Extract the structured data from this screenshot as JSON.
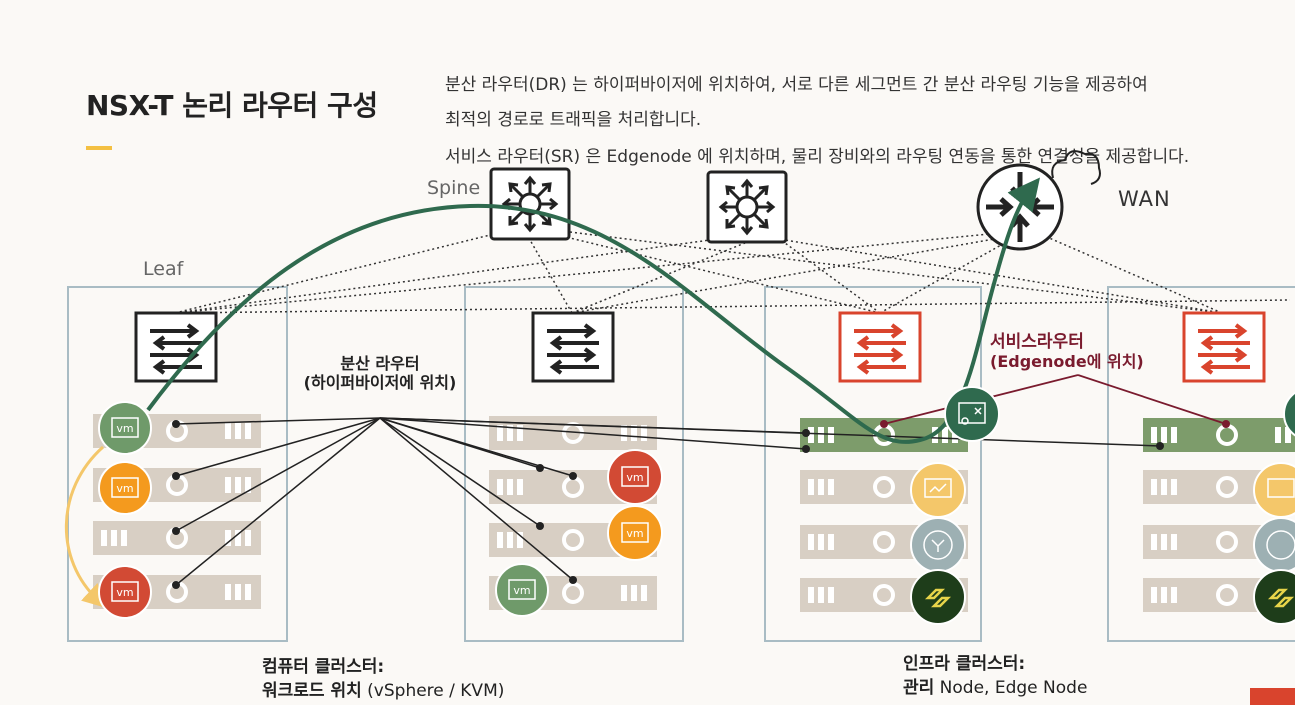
{
  "slide": {
    "title": "NSX-T 논리 라우터 구성",
    "description_lines": [
      "분산 라우터(DR) 는 하이퍼바이저에 위치하여, 서로 다른 세그먼트 간 분산 라우팅 기능을 제공하여",
      "최적의 경로로 트래픽을 처리합니다.",
      "서비스 라우터(SR) 은 Edgenode 에 위치하며, 물리 장비와의 라우팅 연동을 통한 연결성을 제공합니다."
    ]
  },
  "diagram": {
    "spine_label": "Spine",
    "leaf_label": "Leaf",
    "wan_label": "WAN",
    "dr_label": {
      "line1": "분산 라우터",
      "line2": "(하이퍼바이저에 위치)"
    },
    "sr_label": {
      "line1": "서비스라우터",
      "line2": "(Edgenode에 위치)"
    },
    "compute_cluster": {
      "line1": "컴퓨터 클러스터:",
      "line2_bold": "워크로드 위치",
      "line2_rest": " (vSphere / KVM)"
    },
    "infra_cluster": {
      "line1": "인프라 클러스터:",
      "line2_bold": "관리",
      "line2_rest": " Node, Edge Node"
    },
    "vm_label": "vm",
    "colors": {
      "path_green": "#2f6a4e",
      "vm_green": "#6f9a6a",
      "vm_orange": "#f49a1e",
      "vm_red": "#d24a34",
      "edge_red": "#d9442d",
      "server_tan": "#d8cfc4",
      "server_green": "#7d9c6b",
      "sr_line": "#7a1b2e",
      "vmotion_yellow": "#f4c76a",
      "rack_border": "#a9bcc4"
    },
    "icons": [
      "spine-switch-icon",
      "leaf-switch-icon",
      "wan-router-icon",
      "cloud-icon",
      "vm-icon",
      "edge-service-icon",
      "management-icon",
      "network-icon",
      "vsphere-icon"
    ]
  }
}
